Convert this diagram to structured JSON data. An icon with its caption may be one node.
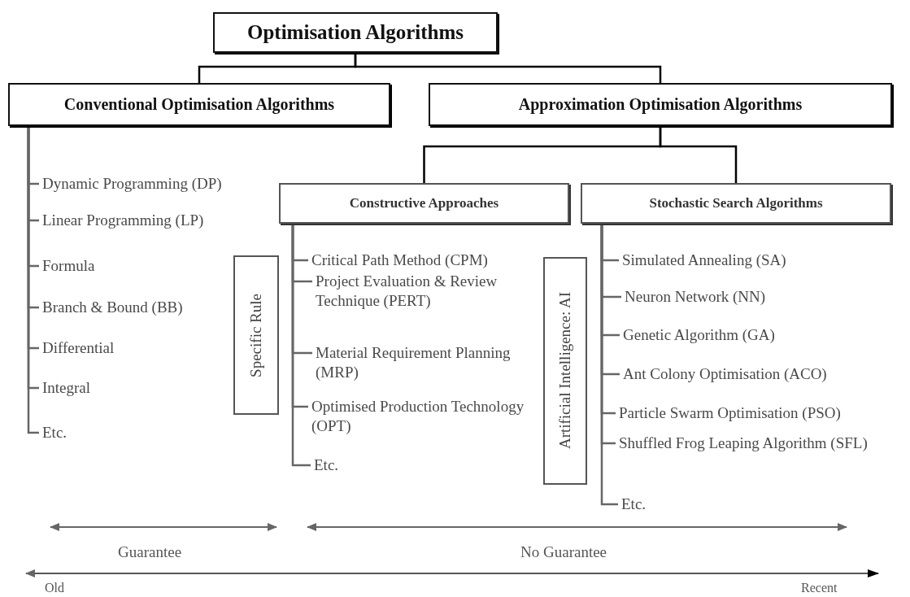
{
  "diagram": {
    "nodes": [
      {
        "text": [
          "Optimisation Algorithms"
        ]
      },
      {
        "text": [
          "Conventional Optimisation Algorithms"
        ]
      },
      {
        "text": [
          "Approximation Optimisation Algorithms"
        ]
      },
      {
        "text": [
          "Constructive Approaches"
        ]
      },
      {
        "text": [
          "Stochastic Search Algorithms"
        ]
      },
      {
        "text": [
          "Dynamic Programming (DP)"
        ]
      },
      {
        "text": [
          "Linear Programming (LP)"
        ]
      },
      {
        "text": [
          "Formula"
        ]
      },
      {
        "text": [
          "Branch & Bound (BB)"
        ]
      },
      {
        "text": [
          "Differential"
        ]
      },
      {
        "text": [
          "Integral"
        ]
      },
      {
        "text": [
          "Etc."
        ]
      },
      {
        "text": [
          "Specific Rule"
        ]
      },
      {
        "text": [
          "Critical Path Method (CPM)"
        ]
      },
      {
        "text": [
          "Project Evaluation & Review Technique (PERT)"
        ]
      },
      {
        "text": [
          "Material Requirement Planning (MRP)"
        ]
      },
      {
        "text": [
          "Optimised Production Technology (OPT)"
        ]
      },
      {
        "text": [
          "Etc."
        ]
      },
      {
        "text": [
          "Artificial Intelligence: AI"
        ]
      },
      {
        "text": [
          "Simulated Annealing (SA)"
        ]
      },
      {
        "text": [
          "Neuron Network (NN)"
        ]
      },
      {
        "text": [
          "Genetic Algorithm (GA)"
        ]
      },
      {
        "text": [
          "Ant Colony Optimisation (ACO)"
        ]
      },
      {
        "text": [
          "Particle Swarm Optimisation (PSO)"
        ]
      },
      {
        "text": [
          "Shuffled Frog Leaping Algorithm (SFL)"
        ]
      },
      {
        "text": [
          "Etc."
        ]
      }
    ],
    "edges": [
      {
        "from": 0,
        "to": 1,
        "arrow": "none",
        "color": "#000000"
      },
      {
        "from": 0,
        "to": 2,
        "arrow": "none",
        "color": "#000000"
      },
      {
        "from": 2,
        "to": 3,
        "arrow": "none",
        "color": "#000000"
      },
      {
        "from": 2,
        "to": 4,
        "arrow": "none",
        "color": "#000000"
      },
      {
        "from": 1,
        "to": 5,
        "arrow": "none"
      },
      {
        "from": 1,
        "to": 6,
        "arrow": "none"
      },
      {
        "from": 1,
        "to": 7,
        "arrow": "none"
      },
      {
        "from": 1,
        "to": 8,
        "arrow": "none"
      },
      {
        "from": 1,
        "to": 9,
        "arrow": "none"
      },
      {
        "from": 1,
        "to": 10,
        "arrow": "none"
      },
      {
        "from": 1,
        "to": 11,
        "arrow": "none"
      },
      {
        "from": 3,
        "to": 13,
        "arrow": "none"
      },
      {
        "from": 3,
        "to": 14,
        "arrow": "none"
      },
      {
        "from": 3,
        "to": 15,
        "arrow": "none"
      },
      {
        "from": 3,
        "to": 16,
        "arrow": "none"
      },
      {
        "from": 3,
        "to": 17,
        "arrow": "none"
      },
      {
        "from": 4,
        "to": 19,
        "arrow": "none"
      },
      {
        "from": 4,
        "to": 20,
        "arrow": "none"
      },
      {
        "from": 4,
        "to": 21,
        "arrow": "none"
      },
      {
        "from": 4,
        "to": 22,
        "arrow": "none"
      },
      {
        "from": 4,
        "to": 23,
        "arrow": "none"
      },
      {
        "from": 4,
        "to": 24,
        "arrow": "none"
      },
      {
        "from": 4,
        "to": 25,
        "arrow": "none"
      }
    ],
    "labels": [
      "Guarantee",
      "No Guarantee",
      "Old",
      "Recent"
    ]
  }
}
